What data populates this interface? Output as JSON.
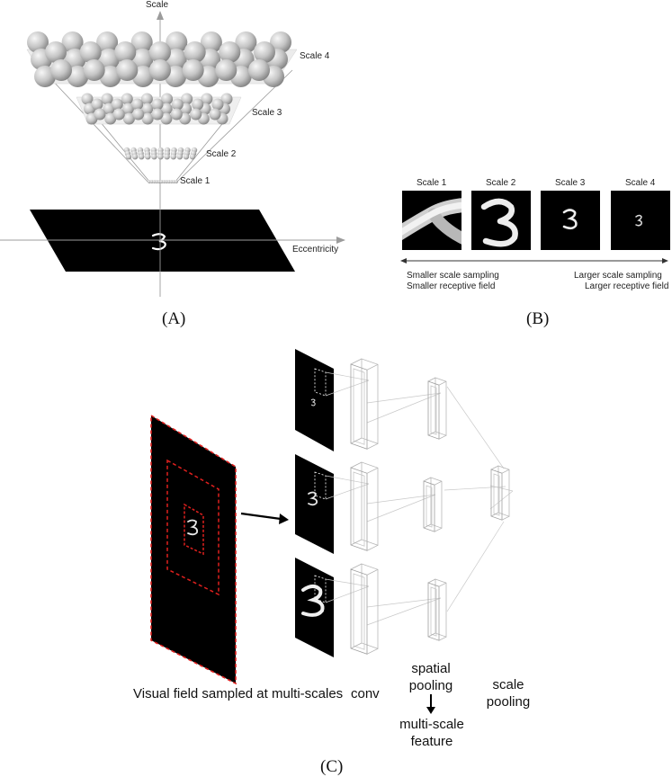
{
  "panel_a": {
    "axis_vertical": "Scale",
    "axis_horizontal": "Eccentricity",
    "scales": [
      "Scale 1",
      "Scale 2",
      "Scale 3",
      "Scale 4"
    ],
    "caption": "(A)"
  },
  "panel_b": {
    "scales": [
      "Scale 1",
      "Scale 2",
      "Scale 3",
      "Scale 4"
    ],
    "left_note": [
      "Smaller scale sampling",
      "Smaller receptive field"
    ],
    "right_note": [
      "Larger scale sampling",
      "Larger receptive field"
    ],
    "caption": "(B)"
  },
  "panel_c": {
    "visual_field_label": "Visual field sampled at multi-scales",
    "conv_label": "conv",
    "spatial_pooling_label": [
      "spatial",
      "pooling"
    ],
    "scale_pooling_label": [
      "scale",
      "pooling"
    ],
    "feature_label": [
      "multi-scale",
      "feature"
    ],
    "caption": "(C)"
  },
  "colors": {
    "sphere_light": "#f4f4f4",
    "sphere_dark": "#8a8a8a",
    "dashed_red": "#e0201e",
    "frame": "#aaaaaa"
  }
}
